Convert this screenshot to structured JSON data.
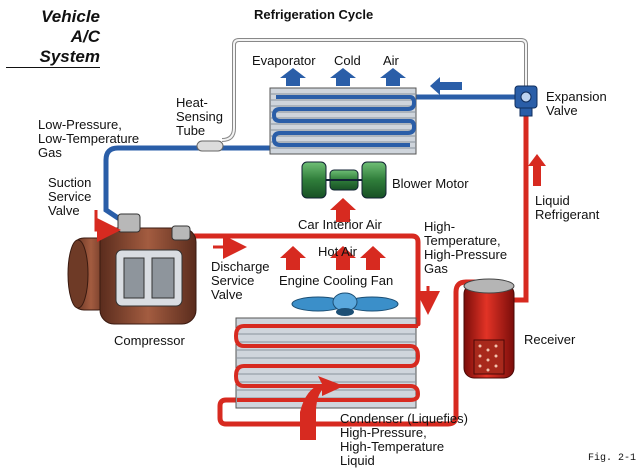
{
  "title": {
    "line1": "Vehicle",
    "line2": "A/C System"
  },
  "diagram_title": "Refrigeration Cycle",
  "figure_label": "Fig. 2-1",
  "labels": {
    "evaporator": "Evaporator",
    "cold": "Cold",
    "air": "Air",
    "heat_sensing_tube": [
      "Heat-",
      "Sensing",
      "Tube"
    ],
    "low_pressure_gas": [
      "Low-Pressure,",
      "Low-Temperature",
      "Gas"
    ],
    "suction_service_valve": [
      "Suction",
      "Service",
      "Valve"
    ],
    "blower_motor": "Blower Motor",
    "car_interior_air": "Car Interior Air",
    "expansion_valve": [
      "Expansion",
      "Valve"
    ],
    "liquid_refrigerant": [
      "Liquid",
      "Refrigerant"
    ],
    "high_temp_gas": [
      "High-",
      "Temperature,",
      "High-Pressure",
      "Gas"
    ],
    "hot_air": "Hot Air",
    "engine_cooling_fan": "Engine Cooling Fan",
    "discharge_service_valve": [
      "Discharge",
      "Service",
      "Valve"
    ],
    "compressor": "Compressor",
    "receiver": "Receiver",
    "condenser": [
      "Condenser (Liquefies)",
      "High-Pressure,",
      "High-Temperature",
      "Liquid"
    ]
  },
  "colors": {
    "low_side": "#2a5ea8",
    "high_side": "#d72a20",
    "arrow_red": "#d72a20",
    "arrow_blue": "#2a5ea8",
    "compressor": "#8a4a33",
    "blower": "#2f7d3a",
    "fan": "#3b8fc9"
  }
}
